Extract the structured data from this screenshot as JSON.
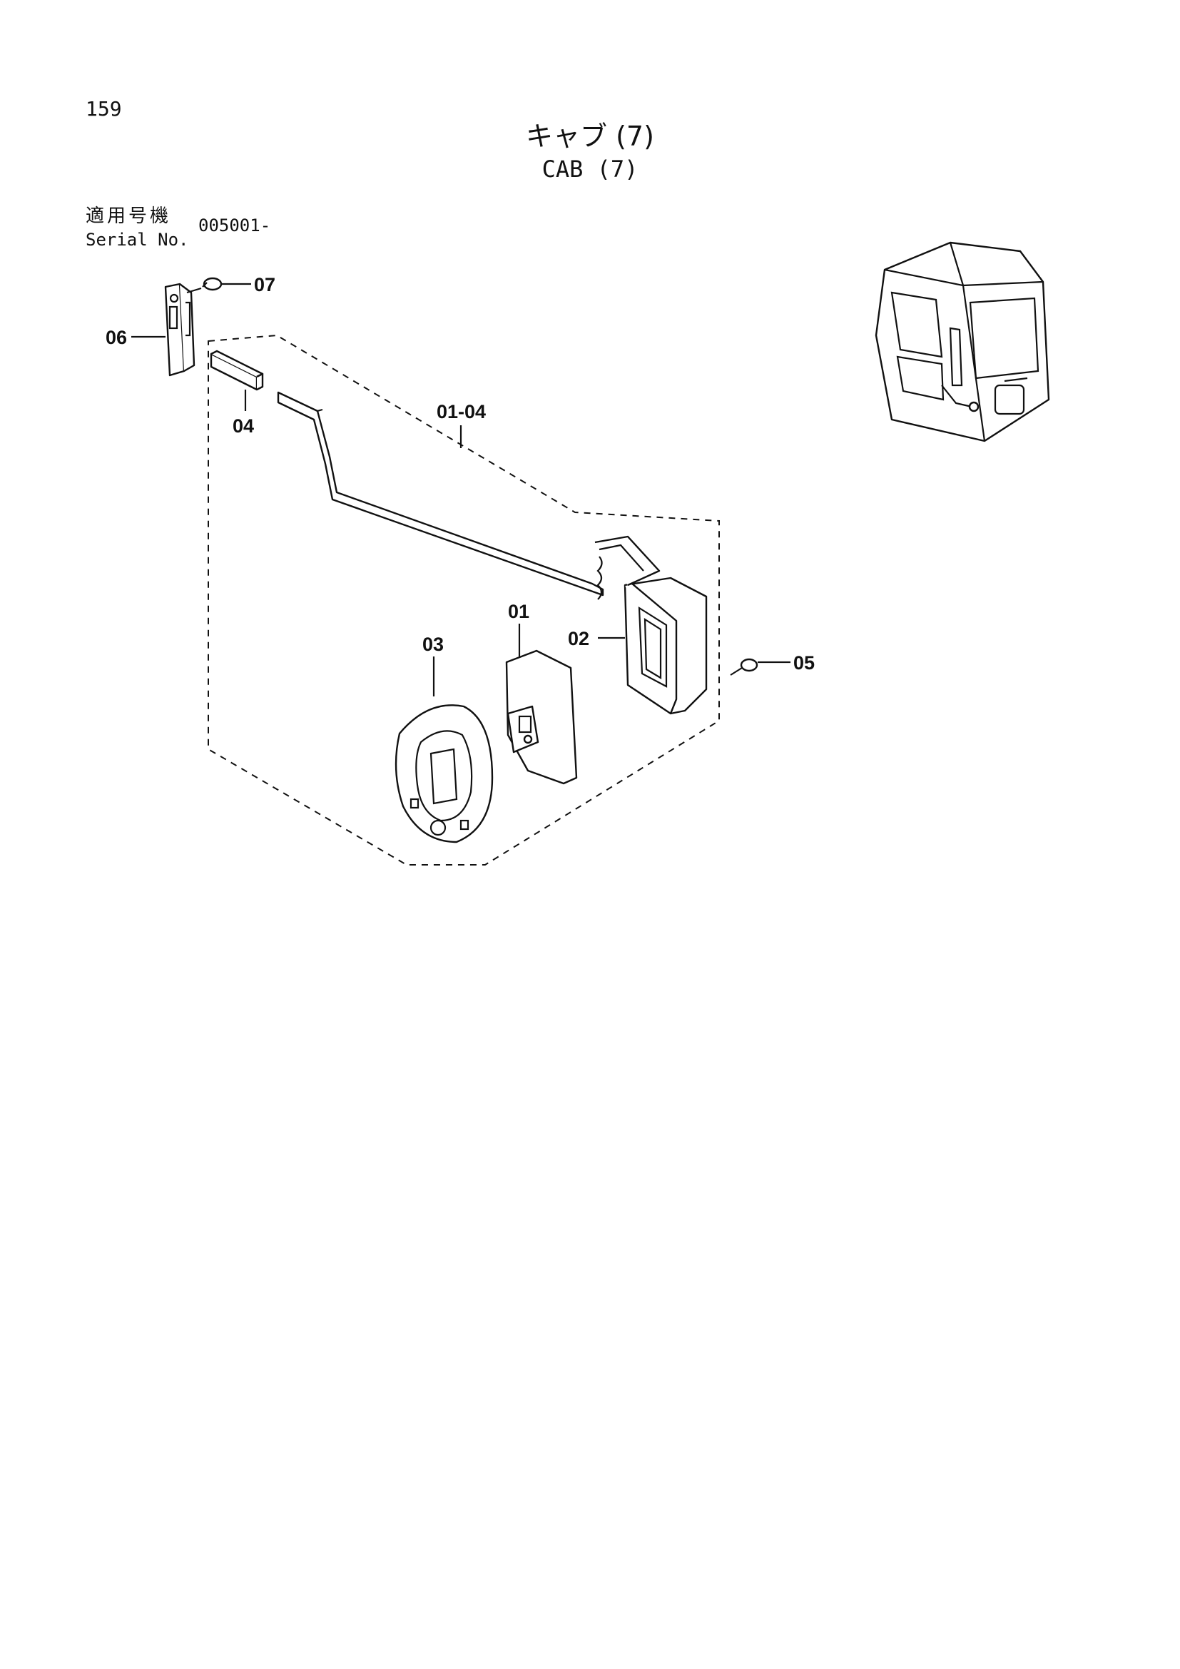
{
  "page": {
    "number": "159"
  },
  "title": {
    "jp": "キャブ (7)",
    "en": "CAB (7)"
  },
  "serial": {
    "label_jp": "適用号機",
    "label_en": "Serial No.",
    "value": "005001-"
  },
  "callouts": {
    "p01": "01",
    "p02": "02",
    "p03": "03",
    "p04": "04",
    "p05": "05",
    "p06": "06",
    "p07": "07",
    "assembly": "01-04"
  }
}
